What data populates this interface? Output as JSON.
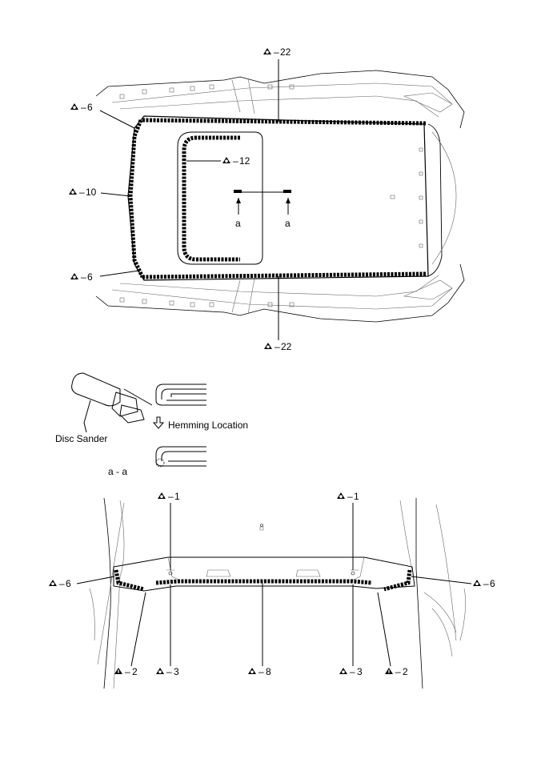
{
  "colors": {
    "line": "#000000",
    "sealant": "#000000",
    "background": "#ffffff"
  },
  "icons": {
    "rivet": "spot-weld-symbol",
    "adhesive": "adhesive-symbol"
  },
  "top_view": {
    "callouts": {
      "top_center": "22",
      "front_left_upper": "6",
      "front_left_mid": "10",
      "sunroof": "12",
      "front_left_lower": "6",
      "bottom_center": "22"
    },
    "section_markers": {
      "left": "a",
      "right": "a"
    }
  },
  "detail": {
    "tool_label": "Disc Sander",
    "hemming_label": "Hemming Location",
    "section_label": "a - a"
  },
  "rear_view": {
    "callouts": {
      "left_upper": "1",
      "right_upper": "1",
      "left_side": "6",
      "right_side": "6",
      "left_bottom_2": "2",
      "left_bottom_3": "3",
      "center_bottom": "8",
      "right_bottom_3": "3",
      "right_bottom_2": "2"
    }
  }
}
